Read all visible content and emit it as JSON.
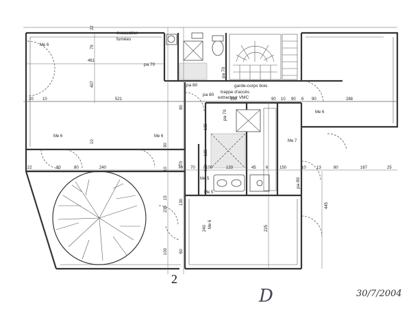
{
  "labels": {
    "evacuation": "évacuation",
    "fumees": "fumées",
    "garde_corps": "garde-corps bois",
    "trappe": "trappe d'accès",
    "extracteur": "extracteur VMC",
    "section_marker": "2",
    "date": "30/7/2004"
  },
  "pass_openings": [
    "pa 70",
    "pa 80",
    "pa 70",
    "pa 70",
    "pa 80",
    "pa 80"
  ],
  "me_tags": [
    "Me 6",
    "Me 6",
    "Me 5",
    "Me 6",
    "Me 6",
    "Me 7",
    "Me 6",
    "Me 5"
  ],
  "dims_horizontal": [
    "461",
    "521",
    "330",
    "288",
    "240",
    "133",
    "45",
    "6",
    "150",
    "10",
    "13",
    "80",
    "167",
    "25",
    "80",
    "80",
    "90",
    "90",
    "6",
    "70",
    "70",
    "22",
    "20",
    "10",
    "10",
    "100",
    "90"
  ],
  "dims_vertical": [
    "22",
    "79",
    "407",
    "10",
    "90",
    "170",
    "10",
    "135",
    "225",
    "445",
    "15",
    "235",
    "240",
    "100",
    "125",
    "60",
    "170",
    "130",
    "80"
  ],
  "signature": "D"
}
